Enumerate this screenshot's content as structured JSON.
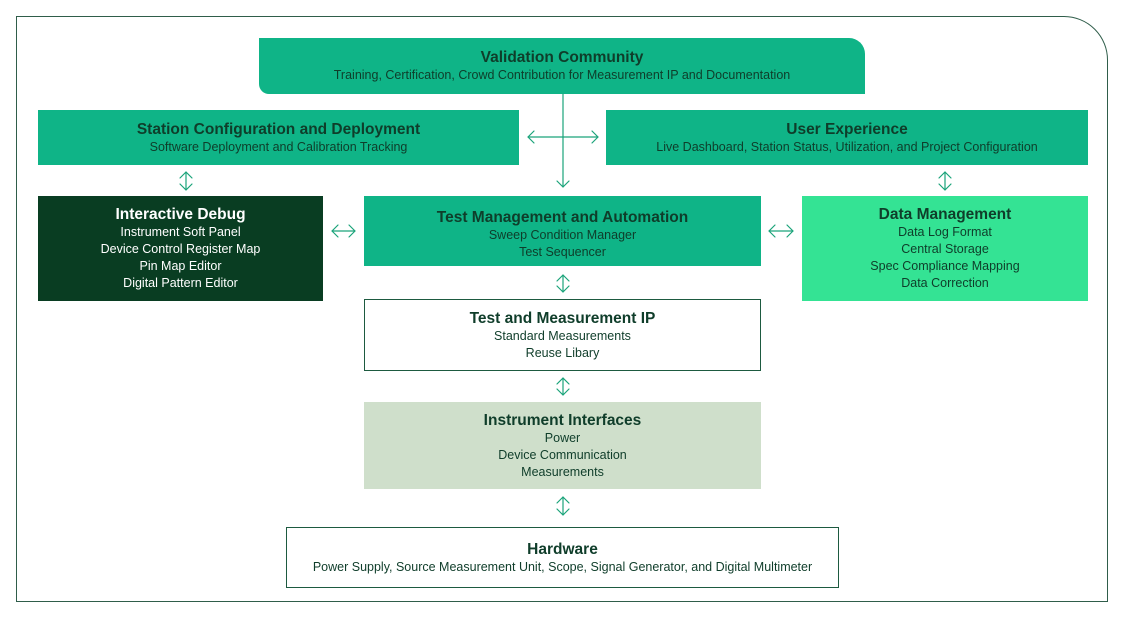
{
  "diagram": {
    "validation": {
      "title": "Validation Community",
      "lines": [
        "Training, Certification, Crowd Contribution for Measurement IP and Documentation"
      ]
    },
    "station": {
      "title": "Station Configuration and Deployment",
      "lines": [
        "Software Deployment and Calibration Tracking"
      ]
    },
    "user_experience": {
      "title": "User Experience",
      "lines": [
        "Live Dashboard, Station Status, Utilization, and Project Configuration"
      ]
    },
    "interactive_debug": {
      "title": "Interactive Debug",
      "lines": [
        "Instrument Soft Panel",
        "Device Control Register Map",
        "Pin Map Editor",
        "Digital Pattern Editor"
      ]
    },
    "test_management": {
      "title": "Test Management and Automation",
      "lines": [
        "Sweep Condition Manager",
        "Test Sequencer"
      ]
    },
    "data_management": {
      "title": "Data Management",
      "lines": [
        "Data Log Format",
        "Central Storage",
        "Spec Compliance Mapping",
        "Data Correction"
      ]
    },
    "test_ip": {
      "title": "Test and Measurement IP",
      "lines": [
        "Standard Measurements",
        "Reuse Libary"
      ]
    },
    "instrument_interfaces": {
      "title": "Instrument Interfaces",
      "lines": [
        "Power",
        "Device Communication",
        "Measurements"
      ]
    },
    "hardware": {
      "title": "Hardware",
      "lines": [
        "Power Supply, Source Measurement Unit, Scope, Signal Generator, and Digital Multimeter"
      ]
    }
  },
  "colors": {
    "teal": "#0fb487",
    "dark_green": "#093d22",
    "bright_green": "#34e394",
    "sage": "#cfdfcb",
    "text": "#0f3d2a",
    "connector": "#1aa37a"
  }
}
